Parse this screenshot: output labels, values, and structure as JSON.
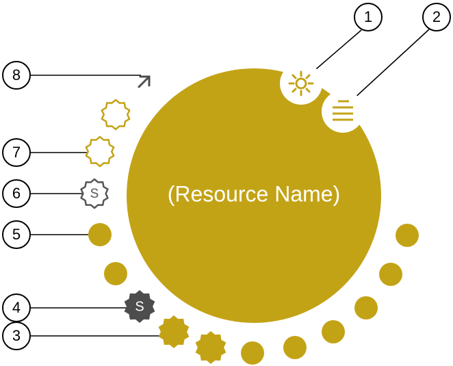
{
  "resource": {
    "name": "(Resource Name)"
  },
  "callouts": [
    "1",
    "2",
    "3",
    "4",
    "5",
    "6",
    "7",
    "8"
  ],
  "badges": {
    "dark_letter": "S",
    "outline_letter": "S"
  },
  "colors": {
    "gold": "#C3A316",
    "dark": "#4D4D4D",
    "outline_gray": "#555555",
    "white": "#FFFFFF",
    "line": "#000000"
  },
  "icons": {
    "callout_1": "gear-icon",
    "callout_2": "menu-icon",
    "callout_8": "arrow-up-right-icon"
  }
}
